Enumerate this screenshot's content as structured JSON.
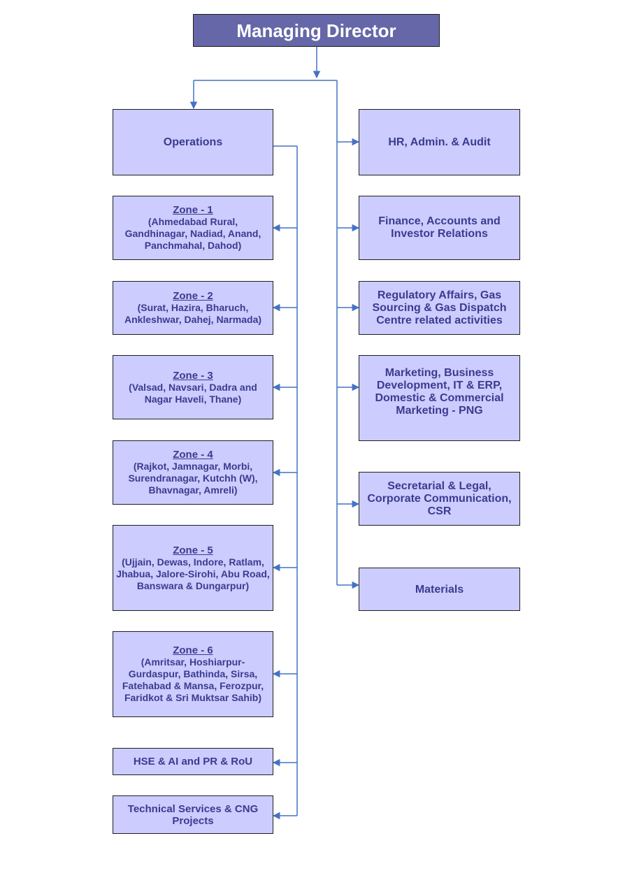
{
  "colors": {
    "box_fill": "#ccccff",
    "box_text": "#3b3b8f",
    "md_fill": "#6667a8",
    "connector": "#4472c4"
  },
  "managing_director": "Managing Director",
  "operations": "Operations",
  "zones": [
    {
      "title": "Zone - 1",
      "areas": "(Ahmedabad Rural, Gandhinagar, Nadiad, Anand, Panchmahal, Dahod)"
    },
    {
      "title": "Zone - 2",
      "areas": "(Surat, Hazira, Bharuch, Ankleshwar, Dahej, Narmada)"
    },
    {
      "title": "Zone - 3",
      "areas": "(Valsad, Navsari, Dadra and Nagar Haveli, Thane)"
    },
    {
      "title": "Zone - 4",
      "areas": "(Rajkot, Jamnagar, Morbi, Surendranagar, Kutchh (W), Bhavnagar, Amreli)"
    },
    {
      "title": "Zone - 5",
      "areas": "(Ujjain, Dewas, Indore, Ratlam, Jhabua, Jalore-Sirohi, Abu Road, Banswara & Dungarpur)"
    },
    {
      "title": "Zone - 6",
      "areas": "(Amritsar, Hoshiarpur-Gurdaspur, Bathinda, Sirsa, Fatehabad & Mansa, Ferozpur, Faridkot & Sri Muktsar Sahib)"
    }
  ],
  "hse": "HSE & AI and PR & RoU",
  "technical": "Technical Services & CNG Projects",
  "right_departments": [
    "HR, Admin. & Audit",
    "Finance, Accounts and Investor Relations",
    "Regulatory Affairs, Gas Sourcing & Gas Dispatch Centre related activities",
    "Marketing, Business Development, IT & ERP, Domestic & Commercial Marketing - PNG",
    "Secretarial & Legal, Corporate Communication, CSR",
    "Materials"
  ]
}
